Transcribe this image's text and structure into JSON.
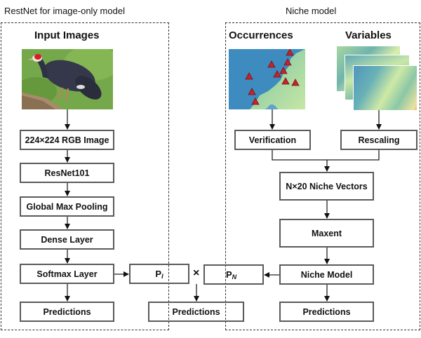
{
  "sections": {
    "left_label": "RestNet for image-only model",
    "right_label": "Niche model"
  },
  "left": {
    "heading": "Input Images",
    "image_icon": "bird-photo",
    "steps": [
      "224×224 RGB Image",
      "ResNet101",
      "Global Max Pooling",
      "Dense Layer",
      "Softmax Layer",
      "Predictions"
    ]
  },
  "right": {
    "occurrences_heading": "Occurrences",
    "variables_heading": "Variables",
    "map_icon": "occurrence-map",
    "variables_icon": "variable-layers",
    "verification": "Verification",
    "rescaling": "Rescaling",
    "niche_vectors": "N×20 Niche Vectors",
    "maxent": "Maxent",
    "niche_model": "Niche Model",
    "predictions": "Predictions"
  },
  "fusion": {
    "p_image": {
      "main": "P",
      "sub": "I"
    },
    "p_niche": {
      "main": "P",
      "sub": "N"
    },
    "operator": "×",
    "predictions": "Predictions"
  },
  "colors": {
    "box_border": "#5a5a5a",
    "arrow": "#111111",
    "dashed": "#333333",
    "marker": "#c8222a",
    "map_sea": "#3d8bbf",
    "map_land": "#9fd29a"
  }
}
